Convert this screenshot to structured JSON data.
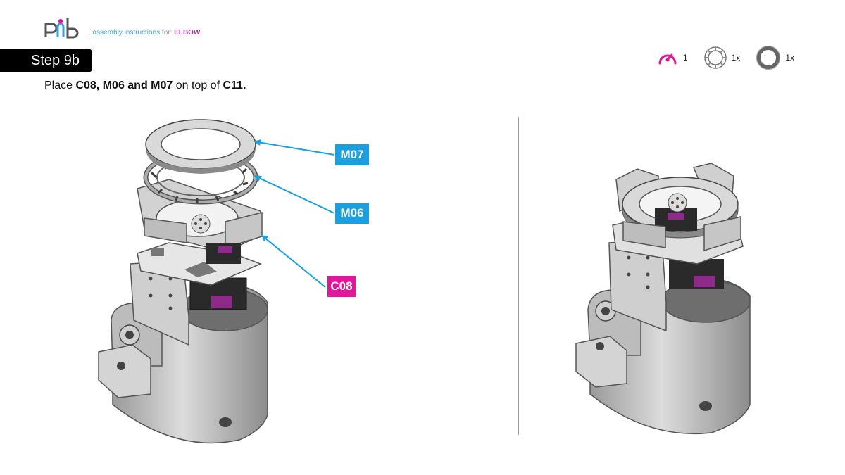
{
  "header": {
    "subtitle_sep": ". ",
    "subtitle_main": "assembly instructions",
    "subtitle_for": " for: ",
    "subtitle_topic": "ELBOW"
  },
  "step": {
    "label": "Step 9b"
  },
  "instruction": {
    "prefix": "Place ",
    "parts_bold": "C08, M06 and M07",
    "middle": " on top of ",
    "target_bold": "C11."
  },
  "parts_needed": [
    {
      "icon": "gauge-icon",
      "qty": "1"
    },
    {
      "icon": "bearing-cage-icon",
      "qty": "1x"
    },
    {
      "icon": "washer-ring-icon",
      "qty": "1x"
    }
  ],
  "callouts": [
    {
      "label": "M07",
      "color": "#1aa0df"
    },
    {
      "label": "M06",
      "color": "#1aa0df"
    },
    {
      "label": "C08",
      "color": "#e2159b"
    }
  ]
}
